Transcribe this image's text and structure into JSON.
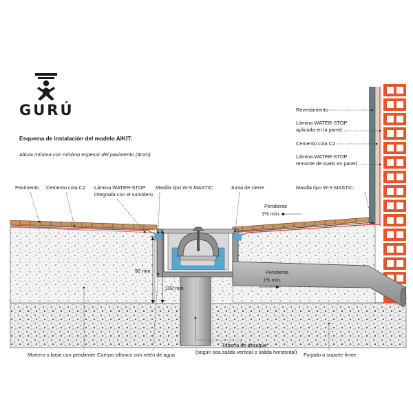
{
  "brand": {
    "name": "GURÚ"
  },
  "header": {
    "title": "Esquema de instalación del modelo AIKIT:",
    "subtitle": "Altura mínima con mínimo espesor del pavimento (4mm)"
  },
  "labels": {
    "pavimento": "Pavimento",
    "cemento_cola_c2": "Cemento cola C2",
    "lamina_sumidero_1": "Lámina WATER-STOP",
    "lamina_sumidero_2": "integrada con el sumidero",
    "masilla_center": "Masilla tipo W-S MASTIC",
    "junta_cierre": "Junta de cierre",
    "masilla_right": "Masilla tipo W-S MASTIC",
    "revestimiento": "Revestimiento",
    "lamina_pared_1": "Lámina WATER-STOP",
    "lamina_pared_2": "aplicada en la pared",
    "cemento_cola_pared": "Cemento cola C2",
    "lamina_remonte_1": "Lámina WATER-STOP",
    "lamina_remonte_2": "remonte de suelo en pared",
    "pendiente_top_1": "Pendiente",
    "pendiente_top_2": "1% mín.",
    "pendiente_pipe_1": "Pendiente",
    "pendiente_pipe_2": "1% mín.",
    "dim_92": "92 mm",
    "dim_102": "102 mm",
    "mortero": "Mortero o base con pendiente",
    "cuerpo_sifonico": "Cuerpo sifónico con retén de agua",
    "tuberia_1": "Tubería de desagüe",
    "tuberia_2": "(según sea salida vertical o salida horizontal)",
    "forjado": "Forjado o soporte firme"
  },
  "colors": {
    "brick": "#e8542a",
    "waterstop": "#e03030",
    "tile": "#c9935a",
    "drain_body": "#9a9a9a",
    "water": "#5aa6cf",
    "wall_panel": "#6b7b84"
  }
}
